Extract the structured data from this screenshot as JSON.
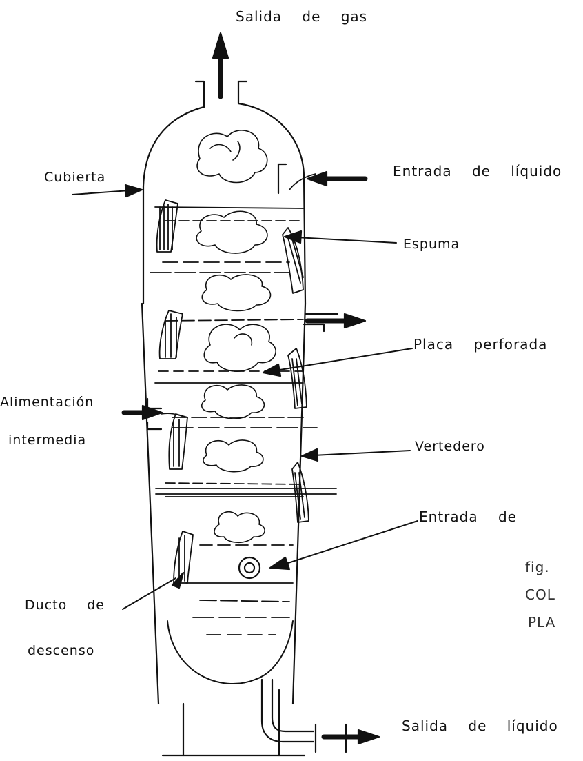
{
  "labels": {
    "gas_outlet": "Salida de gas",
    "shell": "Cubierta",
    "liquid_inlet": "Entrada de líquido",
    "foam": "Espuma",
    "perforated_plate": "Placa perforada",
    "intermediate_feed_1": "Alimentación",
    "intermediate_feed_2": "intermedia",
    "weir": "Vertedero",
    "gas_inlet": "Entrada de",
    "fig": "fig.",
    "col": "COL",
    "pla": "PLA",
    "downcomer_1": "Ducto de",
    "downcomer_2": "descenso",
    "liquid_outlet": "Salida de líquido"
  }
}
